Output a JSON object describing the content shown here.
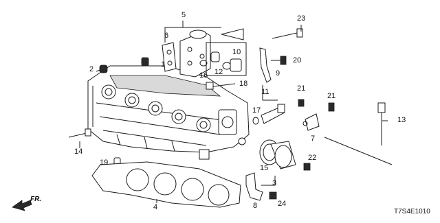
{
  "diagram_code": "T7S4E1010",
  "direction_label": "FR.",
  "callouts": [
    "1",
    "2",
    "4",
    "5",
    "6",
    "7",
    "8",
    "9",
    "10",
    "11",
    "12",
    "13",
    "14",
    "15",
    "16",
    "17",
    "18",
    "19",
    "20",
    "21",
    "21",
    "22",
    "23",
    "24",
    "3"
  ],
  "colors": {
    "line": "#1a1a1a",
    "background": "#ffffff",
    "shade": "#d9d9d9"
  }
}
